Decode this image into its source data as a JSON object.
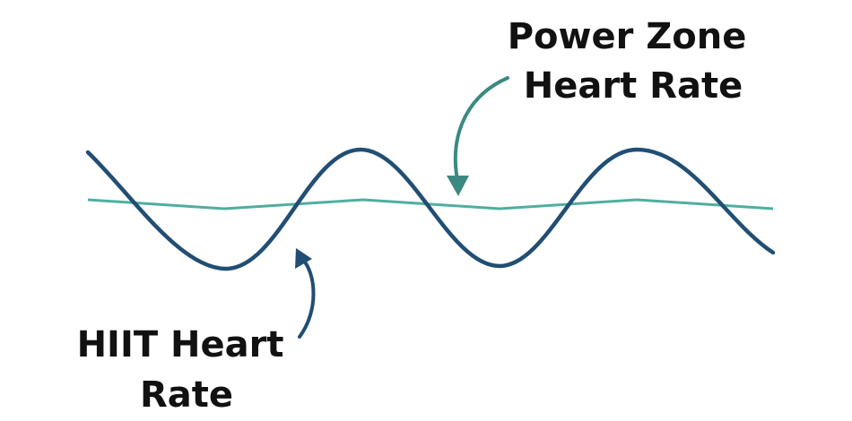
{
  "power_zone_label": [
    "Power Zone",
    "Heart Rate"
  ],
  "hiit_label": [
    "HIIT Heart",
    "Rate"
  ],
  "colors": {
    "hiit_line": "#214e74",
    "power_zone_line": "#4faea0",
    "power_zone_arrow": "#3a8a82",
    "hiit_arrow": "#214e74",
    "text": "#111111"
  }
}
